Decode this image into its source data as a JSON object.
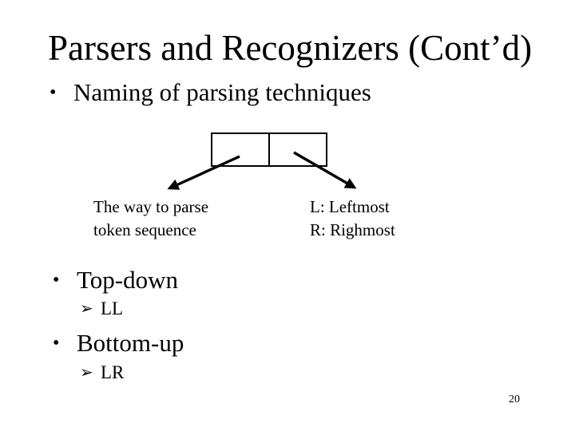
{
  "slide": {
    "title": "Parsers and Recognizers (Cont’d)",
    "bullet_glyph": "•",
    "sub_bullet_glyph": "➢",
    "bullets": {
      "naming": "Naming of parsing techniques",
      "topdown": "Top-down",
      "topdown_sub": "LL",
      "bottomup": "Bottom-up",
      "bottomup_sub": "LR"
    },
    "diagram": {
      "left_label": [
        "The way to parse",
        "token sequence"
      ],
      "right_label": [
        "L: Leftmost",
        "R: Righmost"
      ]
    },
    "page_number": "20",
    "colors": {
      "text": "#000000",
      "background": "#ffffff",
      "stroke": "#000000"
    }
  }
}
